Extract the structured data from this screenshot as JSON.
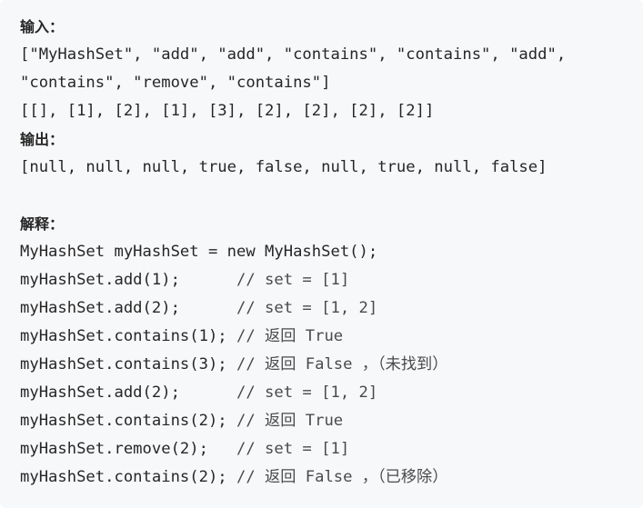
{
  "example": {
    "input_heading": "输入：",
    "input_ops_line1": "[\"MyHashSet\", \"add\", \"add\", \"contains\", \"contains\", \"add\",",
    "input_ops_line2": "\"contains\", \"remove\", \"contains\"]",
    "input_args": "[[], [1], [2], [1], [3], [2], [2], [2], [2]]",
    "output_heading": "输出：",
    "output_values": "[null, null, null, true, false, null, true, null, false]",
    "explanation_heading": "解释：",
    "explanation_lines": [
      {
        "code": "MyHashSet myHashSet = new MyHashSet();",
        "comment": ""
      },
      {
        "code": "myHashSet.add(1);      ",
        "comment": "// set = [1]"
      },
      {
        "code": "myHashSet.add(2);      ",
        "comment": "// set = [1, 2]"
      },
      {
        "code": "myHashSet.contains(1); ",
        "comment": "// 返回 True"
      },
      {
        "code": "myHashSet.contains(3); ",
        "comment": "// 返回 False ，（未找到）"
      },
      {
        "code": "myHashSet.add(2);      ",
        "comment": "// set = [1, 2]"
      },
      {
        "code": "myHashSet.contains(2); ",
        "comment": "// 返回 True"
      },
      {
        "code": "myHashSet.remove(2);   ",
        "comment": "// set = [1]"
      },
      {
        "code": "myHashSet.contains(2); ",
        "comment": "// 返回 False ，（已移除）"
      }
    ]
  }
}
